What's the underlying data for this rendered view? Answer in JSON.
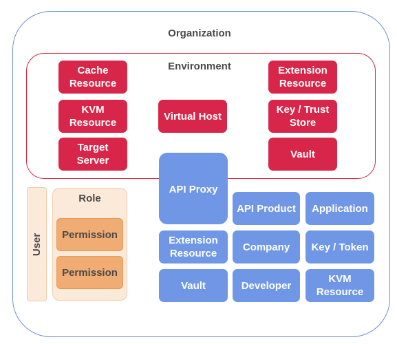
{
  "organization": {
    "label": "Organization"
  },
  "environment": {
    "label": "Environment",
    "items": {
      "cache_resource": "Cache\nResource",
      "kvm_resource": "KVM\nResource",
      "target_server": "Target\nServer",
      "virtual_host": "Virtual Host",
      "extension_resource": "Extension\nResource",
      "key_trust_store": "Key / Trust\nStore",
      "vault": "Vault"
    }
  },
  "api_proxy": {
    "label": "API Proxy"
  },
  "org_items": {
    "api_product": "API Product",
    "application": "Application",
    "extension_resource": "Extension\nResource",
    "company": "Company",
    "key_token": "Key / Token",
    "vault": "Vault",
    "developer": "Developer",
    "kvm_resource": "KVM\nResource"
  },
  "user": {
    "label": "User"
  },
  "role": {
    "label": "Role",
    "permissions": [
      "Permission",
      "Permission"
    ]
  },
  "colors": {
    "org_border": "#6d8fd6",
    "env_border": "#d7263d",
    "env_item": "#d7264a",
    "org_item": "#6f97e6",
    "role_bg": "#fbe9d9",
    "permission": "#f0ac72"
  }
}
